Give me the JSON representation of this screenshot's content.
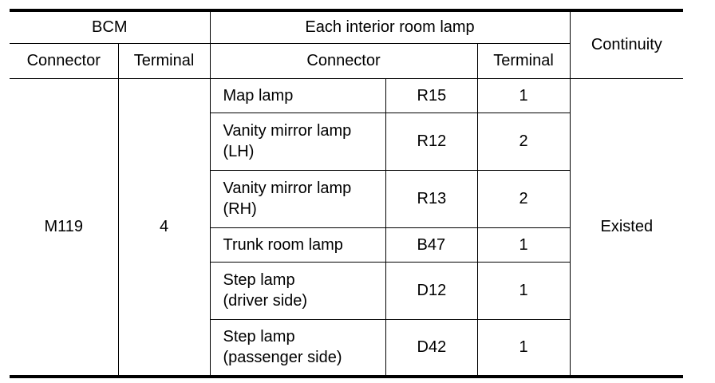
{
  "table": {
    "header": {
      "bcm": "BCM",
      "lamp_group": "Each interior room lamp",
      "continuity": "Continuity",
      "bcm_connector": "Connector",
      "bcm_terminal": "Terminal",
      "lamp_connector": "Connector",
      "lamp_terminal": "Terminal"
    },
    "bcm_connector_value": "M119",
    "bcm_terminal_value": "4",
    "continuity_value": "Existed",
    "rows": [
      {
        "lamp_line1": "Map lamp",
        "lamp_line2": "",
        "connector": "R15",
        "terminal": "1"
      },
      {
        "lamp_line1": "Vanity mirror lamp",
        "lamp_line2": "(LH)",
        "connector": "R12",
        "terminal": "2"
      },
      {
        "lamp_line1": "Vanity mirror lamp",
        "lamp_line2": "(RH)",
        "connector": "R13",
        "terminal": "2"
      },
      {
        "lamp_line1": "Trunk room lamp",
        "lamp_line2": "",
        "connector": "B47",
        "terminal": "1"
      },
      {
        "lamp_line1": "Step lamp",
        "lamp_line2": "(driver side)",
        "connector": "D12",
        "terminal": "1"
      },
      {
        "lamp_line1": "Step lamp",
        "lamp_line2": "(passenger side)",
        "connector": "D42",
        "terminal": "1"
      }
    ]
  }
}
